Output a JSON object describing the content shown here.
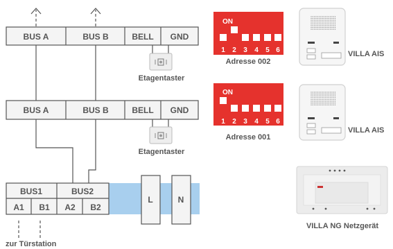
{
  "unit1": {
    "terminals": [
      "BUS A",
      "BUS B",
      "BELL",
      "GND"
    ],
    "floor_button_label": "Etagentaster",
    "dip_on_label": "ON",
    "dip_numbers": [
      "1",
      "2",
      "3",
      "4",
      "5",
      "6"
    ],
    "dip_on_switches": [
      2
    ],
    "address_label": "Adresse 002",
    "device_label": "VILLA AIS"
  },
  "unit2": {
    "terminals": [
      "BUS A",
      "BUS B",
      "BELL",
      "GND"
    ],
    "floor_button_label": "Etagentaster",
    "dip_on_label": "ON",
    "dip_numbers": [
      "1",
      "2",
      "3",
      "4",
      "5",
      "6"
    ],
    "dip_on_switches": [
      1
    ],
    "address_label": "Adresse 001",
    "device_label": "VILLA AIS"
  },
  "power_supply": {
    "bus1_label": "BUS1",
    "bus2_label": "BUS2",
    "terminals": [
      "A1",
      "B1",
      "A2",
      "B2"
    ],
    "l_label": "L",
    "n_label": "N",
    "device_label": "VILLA NG Netzgerät"
  },
  "door_station_label": "zur Türstation",
  "colors": {
    "dip_red": "#e5322d",
    "rail_blue": "#a8cfee",
    "line_gray": "#555555"
  }
}
